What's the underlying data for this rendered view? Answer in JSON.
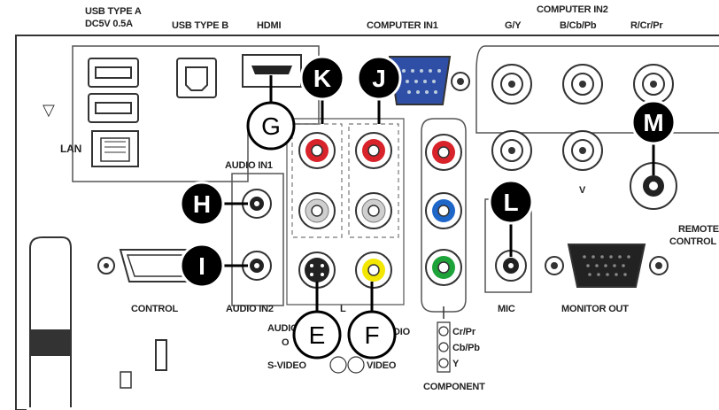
{
  "labels": {
    "usb_a_line1": "USB TYPE A",
    "usb_a_line2": "DC5V 0.5A",
    "usb_b": "USB TYPE B",
    "hdmi": "HDMI",
    "computer_in1": "COMPUTER IN1",
    "computer_in2": "COMPUTER IN2",
    "gy": "G/Y",
    "bcbpb": "B/Cb/Pb",
    "rcrpr": "R/Cr/Pr",
    "lan": "LAN",
    "audio_in1": "AUDIO IN1",
    "audio_in2": "AUDIO IN2",
    "control": "CONTROL",
    "mic": "MIC",
    "monitor_out": "MONITOR OUT",
    "remote_line1": "REMOTE",
    "remote_line2": "CONTROL",
    "v": "V",
    "l": "L",
    "audio_in_left": "AUDIO IN",
    "audio_in_left2": "O",
    "audio_in_right": "DIO",
    "svideo": "S-VIDEO",
    "video": "VIDEO",
    "cr_pr": "Cr/Pr",
    "cb_pb": "Cb/Pb",
    "y": "Y",
    "component": "COMPONENT",
    "triangle": "▽"
  },
  "callouts": {
    "k": "K",
    "j": "J",
    "g": "G",
    "h": "H",
    "i": "I",
    "l": "L",
    "m": "M",
    "e": "E",
    "f": "F"
  },
  "colors": {
    "red_jack": "#d8232a",
    "white_jack": "#cfcfcf",
    "yellow_jack": "#f3e600",
    "blue_jack": "#1f66c9",
    "green_jack": "#1ea33a",
    "panel_line": "#444444",
    "dark_callout": "#000000",
    "light_callout": "#ffffff"
  }
}
